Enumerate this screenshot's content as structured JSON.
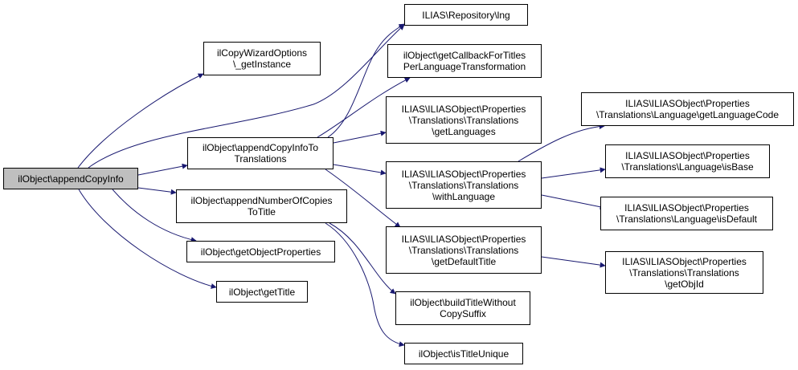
{
  "colors": {
    "edge": "#191970",
    "root_fill": "#bfbfbf",
    "node_fill": "#ffffff",
    "border": "#000000"
  },
  "nodes": {
    "root": "ilObject\\appendCopyInfo",
    "copywizard": "ilCopyWizardOptions\n\\_getInstance",
    "append_translations": "ilObject\\appendCopyInfoTo\nTranslations",
    "append_number": "ilObject\\appendNumberOfCopies\nToTitle",
    "get_object_properties": "ilObject\\getObjectProperties",
    "get_title": "ilObject\\getTitle",
    "repository_lng": "ILIAS\\Repository\\lng",
    "get_callback": "ilObject\\getCallbackForTitles\nPerLanguageTransformation",
    "get_languages": "ILIAS\\ILIASObject\\Properties\n\\Translations\\Translations\n\\getLanguages",
    "with_language": "ILIAS\\ILIASObject\\Properties\n\\Translations\\Translations\n\\withLanguage",
    "get_default_title": "ILIAS\\ILIASObject\\Properties\n\\Translations\\Translations\n\\getDefaultTitle",
    "build_title": "ilObject\\buildTitleWithout\nCopySuffix",
    "is_title_unique": "ilObject\\isTitleUnique",
    "get_language_code": "ILIAS\\ILIASObject\\Properties\n\\Translations\\Language\\getLanguageCode",
    "is_base": "ILIAS\\ILIASObject\\Properties\n\\Translations\\Language\\isBase",
    "is_default": "ILIAS\\ILIASObject\\Properties\n\\Translations\\Language\\isDefault",
    "get_obj_id": "ILIAS\\ILIASObject\\Properties\n\\Translations\\Translations\n\\getObjId"
  }
}
